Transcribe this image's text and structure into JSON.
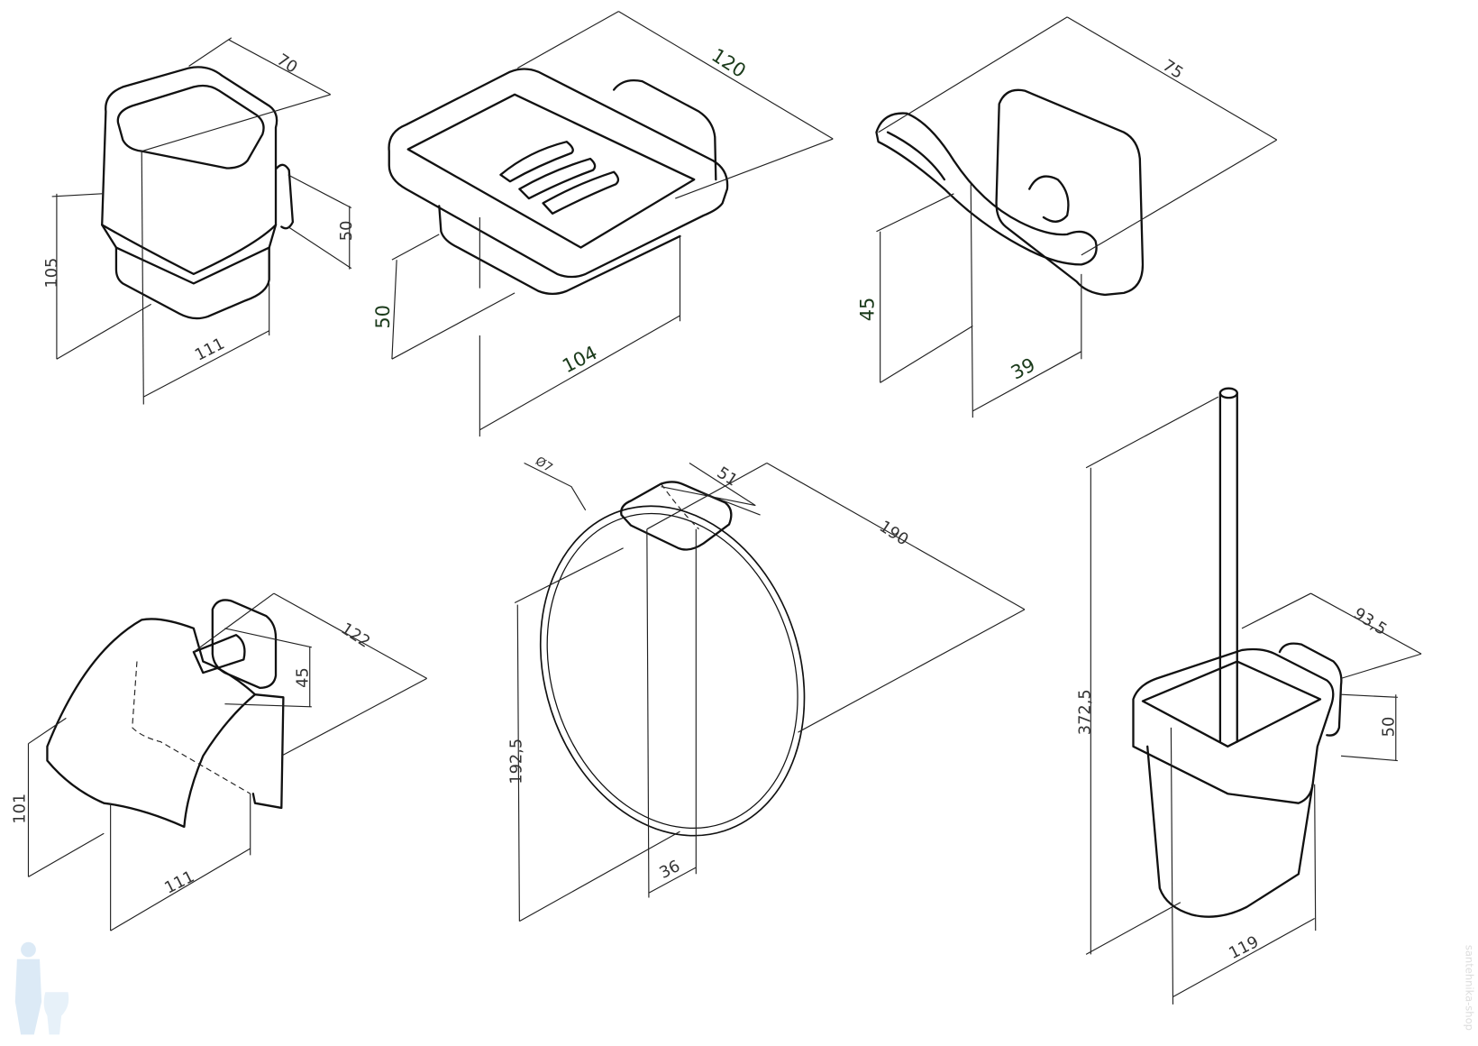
{
  "title": "Bathroom accessories dimensional drawings",
  "items": {
    "cup_holder": {
      "depth": "70",
      "height": "105",
      "mount_height": "50",
      "width": "111"
    },
    "soap_dish": {
      "depth": "120",
      "height": "50",
      "width": "104"
    },
    "hook": {
      "depth": "75",
      "height": "45",
      "width": "39"
    },
    "paper_holder": {
      "depth": "122",
      "mount_height": "45",
      "height": "101",
      "width": "111"
    },
    "towel_ring": {
      "diameter": "Ø7",
      "mount_depth": "51",
      "depth": "190",
      "height": "192,5",
      "width": "36"
    },
    "toilet_brush": {
      "height": "372,5",
      "depth": "93,5",
      "mount_height": "50",
      "width": "119"
    }
  },
  "watermark": "santehnika-shop"
}
